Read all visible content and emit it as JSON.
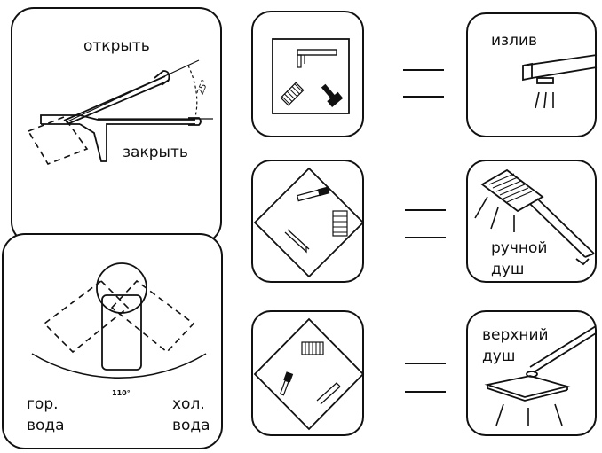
{
  "handle_open_close": {
    "open_label": "открыть",
    "close_label": "закрыть",
    "angle_label": "25°"
  },
  "handle_hot_cold": {
    "angle_label": "110°",
    "hot_label_line1": "гор.",
    "hot_label_line2": "вода",
    "cold_label_line1": "хол.",
    "cold_label_line2": "вода"
  },
  "modes": [
    {
      "name": "spout",
      "label_line1": "излив",
      "label_line2": ""
    },
    {
      "name": "hand-shower",
      "label_line1": "ручной",
      "label_line2": "душ"
    },
    {
      "name": "overhead-shower",
      "label_line1": "верхний",
      "label_line2": "душ"
    }
  ]
}
